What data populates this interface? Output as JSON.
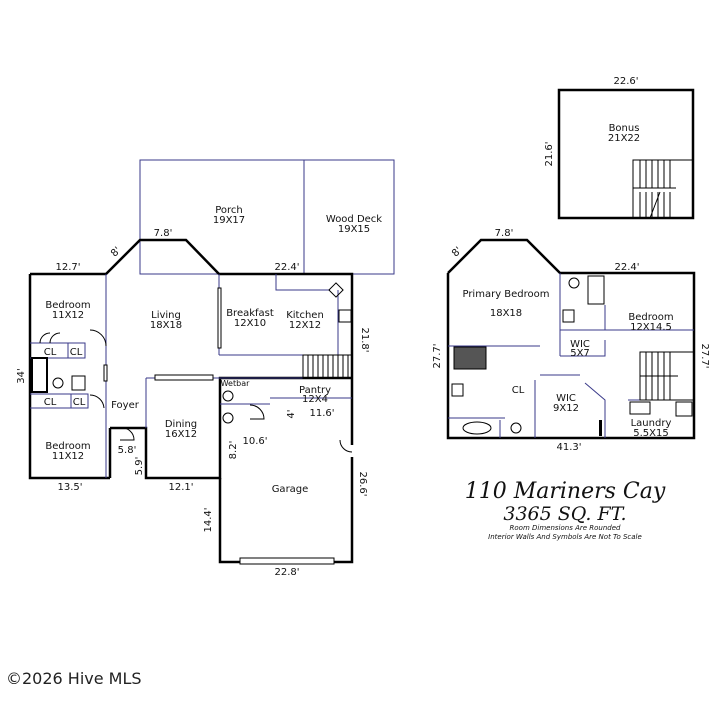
{
  "listing": {
    "address": "110 Mariners Cay",
    "square_feet": "3365 SQ. FT.",
    "note_1": "Room Dimensions Are Rounded",
    "note_2": "Interior Walls And Symbols Are Not To Scale",
    "copyright": "©2026 Hive MLS"
  },
  "first_floor": {
    "rooms": [
      {
        "name": "Porch",
        "size": "19X17"
      },
      {
        "name": "Wood Deck",
        "size": "19X15"
      },
      {
        "name": "Bedroom",
        "size": "11X12"
      },
      {
        "name": "Living",
        "size": "18X18"
      },
      {
        "name": "Breakfast",
        "size": "12X10"
      },
      {
        "name": "Kitchen",
        "size": "12X12"
      },
      {
        "name": "Foyer",
        "size": ""
      },
      {
        "name": "Dining",
        "size": "16X12"
      },
      {
        "name": "Wetbar",
        "size": ""
      },
      {
        "name": "Pantry",
        "size": "12X4"
      },
      {
        "name": "Bedroom",
        "size": "11X12"
      },
      {
        "name": "Garage",
        "size": ""
      }
    ],
    "closet_label": "CL",
    "dimensions": {
      "top_left": "12.7'",
      "angle": "8'",
      "bay": "7.8'",
      "kitchen_top": "22.4'",
      "right": "21.8'",
      "left": "34'",
      "bottom_left": "13.5'",
      "foyer_w": "5.8'",
      "foyer_h": "5.9'",
      "dining_bottom": "12.1'",
      "garage_left_top": "8.2'",
      "garage_notch": "10.6'",
      "pantry_h": "4'",
      "pantry_w": "11.6'",
      "garage_right": "26.6'",
      "garage_left": "14.4'",
      "garage_bottom": "22.8'"
    }
  },
  "bonus_floor": {
    "room": {
      "name": "Bonus",
      "size": "21X22"
    },
    "dimensions": {
      "top": "22.6'",
      "left": "21.6'"
    }
  },
  "second_floor": {
    "rooms": [
      {
        "name": "Primary Bedroom",
        "size": "18X18"
      },
      {
        "name": "Bedroom",
        "size": "12X14.5"
      },
      {
        "name": "WIC",
        "size": "5X7"
      },
      {
        "name": "WIC",
        "size": "9X12"
      },
      {
        "name": "Laundry",
        "size": "5.5X15"
      }
    ],
    "closet_label": "CL",
    "dimensions": {
      "angle": "8'",
      "bay": "7.8'",
      "top": "22.4'",
      "left": "27.7'",
      "right": "27.7'",
      "bottom": "41.3'"
    }
  }
}
